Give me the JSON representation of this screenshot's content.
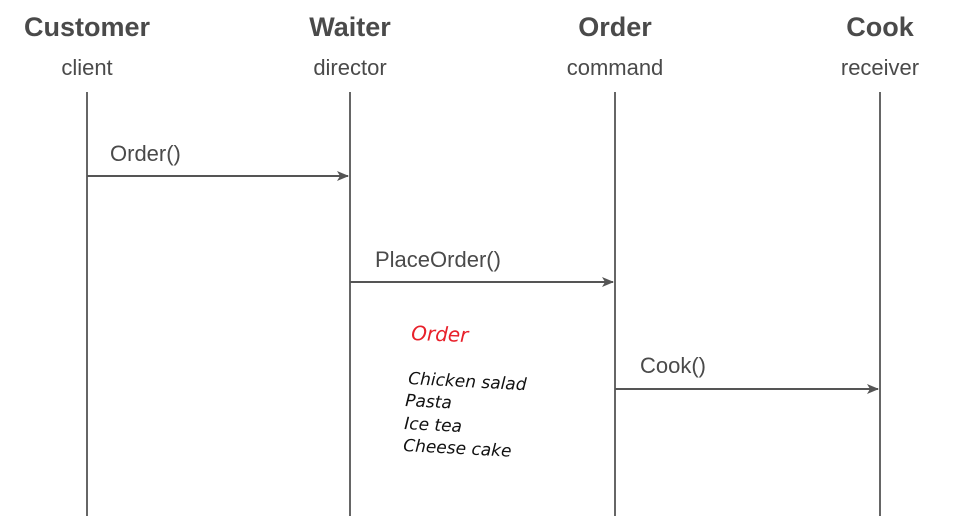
{
  "participants": [
    {
      "name": "Customer",
      "role": "client"
    },
    {
      "name": "Waiter",
      "role": "director"
    },
    {
      "name": "Order",
      "role": "command"
    },
    {
      "name": "Cook",
      "role": "receiver"
    }
  ],
  "messages": [
    {
      "label": "Order()",
      "from": "Customer",
      "to": "Waiter"
    },
    {
      "label": "PlaceOrder()",
      "from": "Waiter",
      "to": "Order"
    },
    {
      "label": "Cook()",
      "from": "Order",
      "to": "Cook"
    }
  ],
  "note": {
    "title": "Order",
    "title_color": "#e8202a",
    "items": [
      "Chicken salad",
      "Pasta",
      "Ice tea",
      "Cheese cake"
    ]
  }
}
